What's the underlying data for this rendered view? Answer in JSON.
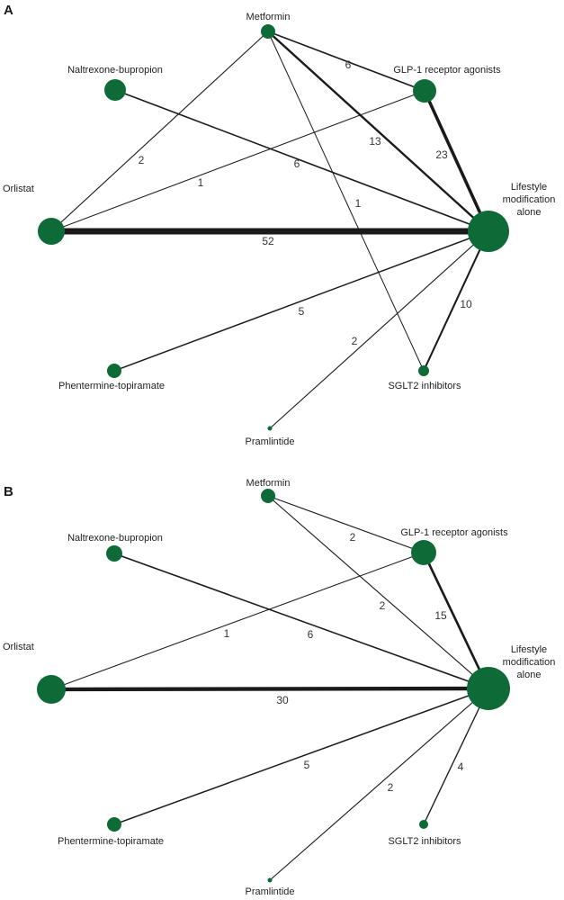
{
  "colors": {
    "node": "#0e6b38",
    "edge": "#1a1a1a",
    "background": "#ffffff"
  },
  "panels": [
    {
      "label": "A",
      "nodes": [
        {
          "id": "metformin",
          "label": [
            "Metformin"
          ],
          "weight": 2
        },
        {
          "id": "naltrexone",
          "label": [
            "Naltrexone-bupropion"
          ],
          "weight": 3
        },
        {
          "id": "glp1",
          "label": [
            "GLP-1 receptor agonists"
          ],
          "weight": 4
        },
        {
          "id": "orlistat",
          "label": [
            "Orlistat"
          ],
          "weight": 5
        },
        {
          "id": "lifestyle",
          "label": [
            "Lifestyle",
            "modification",
            "alone"
          ],
          "weight": 8
        },
        {
          "id": "phentermine",
          "label": [
            "Phentermine-topiramate"
          ],
          "weight": 2
        },
        {
          "id": "sglt2",
          "label": [
            "SGLT2 inhibitors"
          ],
          "weight": 2
        },
        {
          "id": "pramlintide",
          "label": [
            "Pramlintide"
          ],
          "weight": 0.5
        }
      ],
      "edges": [
        {
          "from": "metformin",
          "to": "glp1",
          "value": "6"
        },
        {
          "from": "metformin",
          "to": "lifestyle",
          "value": "13"
        },
        {
          "from": "metformin",
          "to": "orlistat",
          "value": "2"
        },
        {
          "from": "metformin",
          "to": "sglt2",
          "value": "1"
        },
        {
          "from": "glp1",
          "to": "lifestyle",
          "value": "23"
        },
        {
          "from": "glp1",
          "to": "orlistat",
          "value": "1"
        },
        {
          "from": "naltrexone",
          "to": "lifestyle",
          "value": "6"
        },
        {
          "from": "orlistat",
          "to": "lifestyle",
          "value": "52"
        },
        {
          "from": "phentermine",
          "to": "lifestyle",
          "value": "5"
        },
        {
          "from": "pramlintide",
          "to": "lifestyle",
          "value": "2"
        },
        {
          "from": "sglt2",
          "to": "lifestyle",
          "value": "10"
        }
      ]
    },
    {
      "label": "B",
      "nodes": [
        {
          "id": "metformin",
          "label": [
            "Metformin"
          ],
          "weight": 2
        },
        {
          "id": "naltrexone",
          "label": [
            "Naltrexone-bupropion"
          ],
          "weight": 2.5
        },
        {
          "id": "glp1",
          "label": [
            "GLP-1 receptor agonists"
          ],
          "weight": 4
        },
        {
          "id": "orlistat",
          "label": [
            "Orlistat"
          ],
          "weight": 5
        },
        {
          "id": "lifestyle",
          "label": [
            "Lifestyle",
            "modification",
            "alone"
          ],
          "weight": 8
        },
        {
          "id": "phentermine",
          "label": [
            "Phentermine-topiramate"
          ],
          "weight": 2
        },
        {
          "id": "sglt2",
          "label": [
            "SGLT2 inhibitors"
          ],
          "weight": 1.5
        },
        {
          "id": "pramlintide",
          "label": [
            "Pramlintide"
          ],
          "weight": 0.5
        }
      ],
      "edges": [
        {
          "from": "metformin",
          "to": "glp1",
          "value": "2"
        },
        {
          "from": "metformin",
          "to": "lifestyle",
          "value": "2"
        },
        {
          "from": "glp1",
          "to": "lifestyle",
          "value": "15"
        },
        {
          "from": "glp1",
          "to": "orlistat",
          "value": "1"
        },
        {
          "from": "naltrexone",
          "to": "lifestyle",
          "value": "6"
        },
        {
          "from": "orlistat",
          "to": "lifestyle",
          "value": "30"
        },
        {
          "from": "phentermine",
          "to": "lifestyle",
          "value": "5"
        },
        {
          "from": "pramlintide",
          "to": "lifestyle",
          "value": "2"
        },
        {
          "from": "sglt2",
          "to": "lifestyle",
          "value": "4"
        }
      ]
    }
  ]
}
